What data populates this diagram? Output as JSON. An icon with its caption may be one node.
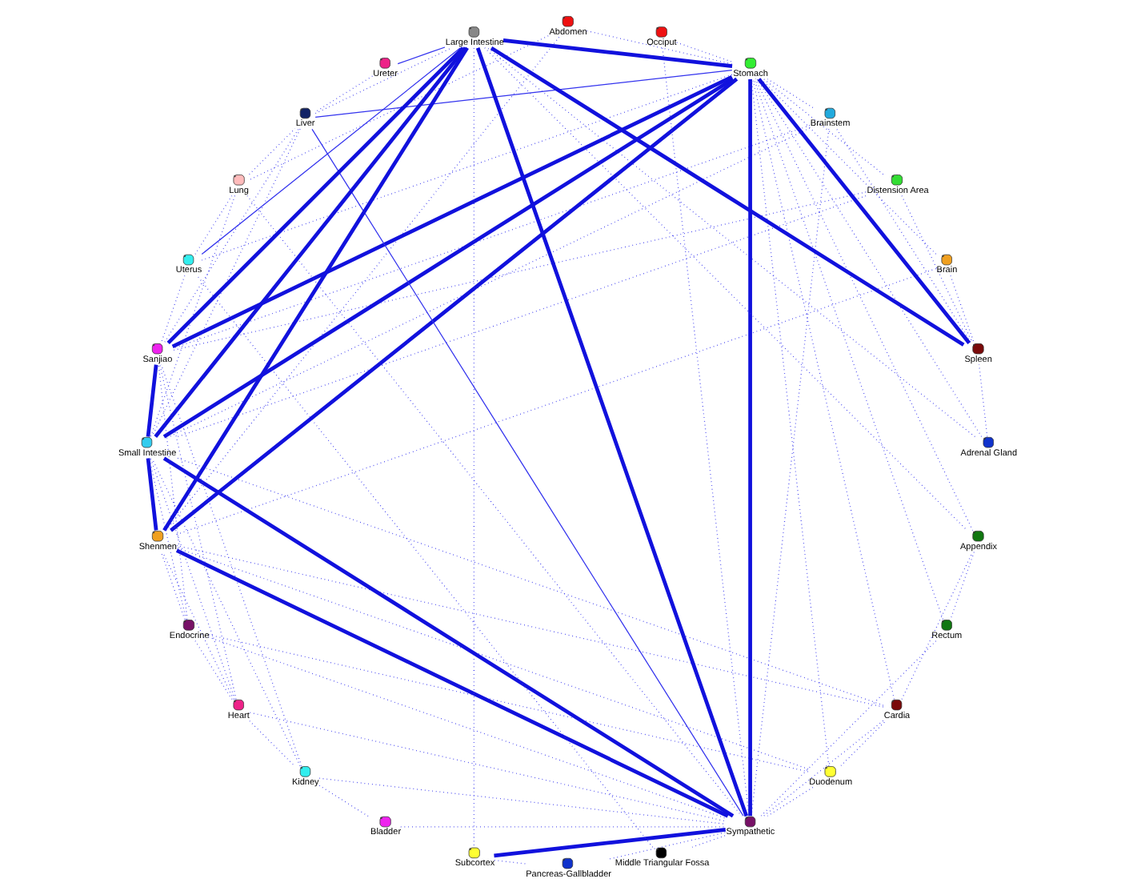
{
  "diagram": {
    "nodes": [
      {
        "text": [
          "Duodenum"
        ]
      },
      {
        "text": [
          "Distension Area"
        ]
      },
      {
        "text": [
          "Cardia"
        ]
      },
      {
        "text": [
          "Brainstem"
        ]
      },
      {
        "text": [
          "Brain"
        ]
      },
      {
        "text": [
          "Bladder"
        ]
      },
      {
        "text": [
          "Appendix"
        ]
      },
      {
        "text": [
          "Adrenal Gland"
        ]
      },
      {
        "text": [
          "Abdomen"
        ]
      },
      {
        "text": [
          "Uterus"
        ]
      },
      {
        "text": [
          "Ureter"
        ]
      },
      {
        "text": [
          "Sympathetic"
        ]
      },
      {
        "text": [
          "Subcortex"
        ]
      },
      {
        "text": [
          "Stomach"
        ]
      },
      {
        "text": [
          "Spleen"
        ]
      },
      {
        "text": [
          "Small Intestine"
        ]
      },
      {
        "text": [
          "Shenmen"
        ]
      },
      {
        "text": [
          "Sanjiao"
        ]
      },
      {
        "text": [
          "Rectum"
        ]
      },
      {
        "text": [
          "Pancreas-Gallbladder"
        ]
      },
      {
        "text": [
          "Occiput"
        ]
      },
      {
        "text": [
          "Middle Triangular Fossa"
        ]
      },
      {
        "text": [
          "Lung"
        ]
      },
      {
        "text": [
          "Liver"
        ]
      },
      {
        "text": [
          "Large Intestine"
        ]
      },
      {
        "text": [
          "Kidney"
        ]
      },
      {
        "text": [
          "Heart"
        ]
      },
      {
        "text": [
          "Endocrine"
        ]
      }
    ],
    "edges": [
      {
        "from": 24,
        "to": 17,
        "arrow": "none",
        "style": "thick"
      },
      {
        "from": 24,
        "to": 16,
        "arrow": "none",
        "style": "thick"
      },
      {
        "from": 24,
        "to": 15,
        "arrow": "none",
        "style": "thick"
      },
      {
        "from": 24,
        "to": 14,
        "arrow": "none",
        "style": "thick"
      },
      {
        "from": 24,
        "to": 13,
        "arrow": "none",
        "style": "thick"
      },
      {
        "from": 24,
        "to": 11,
        "arrow": "none",
        "style": "thick"
      },
      {
        "from": 17,
        "to": 13,
        "arrow": "none",
        "style": "thick"
      },
      {
        "from": 17,
        "to": 15,
        "arrow": "none",
        "style": "thick"
      },
      {
        "from": 16,
        "to": 15,
        "arrow": "none",
        "style": "thick"
      },
      {
        "from": 16,
        "to": 13,
        "arrow": "none",
        "style": "thick"
      },
      {
        "from": 16,
        "to": 11,
        "arrow": "none",
        "style": "thick"
      },
      {
        "from": 15,
        "to": 13,
        "arrow": "none",
        "style": "thick"
      },
      {
        "from": 15,
        "to": 11,
        "arrow": "none",
        "style": "thick"
      },
      {
        "from": 14,
        "to": 13,
        "arrow": "none",
        "style": "thick"
      },
      {
        "from": 13,
        "to": 11,
        "arrow": "none",
        "style": "thick"
      },
      {
        "from": 12,
        "to": 11,
        "arrow": "none",
        "style": "thick"
      },
      {
        "from": 23,
        "to": 11,
        "arrow": "none"
      },
      {
        "from": 24,
        "to": 9,
        "arrow": "none"
      },
      {
        "from": 24,
        "to": 10,
        "arrow": "none"
      },
      {
        "from": 23,
        "to": 13,
        "arrow": "none"
      },
      {
        "from": 0,
        "to": 2,
        "arrow": "none",
        "style": "dashed"
      },
      {
        "from": 0,
        "to": 27,
        "arrow": "none",
        "style": "dashed"
      },
      {
        "from": 2,
        "to": 6,
        "arrow": "none",
        "style": "dashed"
      },
      {
        "from": 25,
        "to": 5,
        "arrow": "none",
        "style": "dashed"
      },
      {
        "from": 24,
        "to": 6,
        "arrow": "none",
        "style": "dashed"
      },
      {
        "from": 26,
        "to": 25,
        "arrow": "none",
        "style": "dashed"
      },
      {
        "from": 27,
        "to": 26,
        "arrow": "none",
        "style": "dashed"
      },
      {
        "from": 23,
        "to": 24,
        "arrow": "none",
        "style": "dashed"
      },
      {
        "from": 22,
        "to": 23,
        "arrow": "none",
        "style": "dashed"
      },
      {
        "from": 0,
        "to": 13,
        "arrow": "none",
        "style": "dashed"
      },
      {
        "from": 1,
        "to": 13,
        "arrow": "none",
        "style": "dashed"
      },
      {
        "from": 2,
        "to": 13,
        "arrow": "none",
        "style": "dashed"
      },
      {
        "from": 3,
        "to": 13,
        "arrow": "none",
        "style": "dashed"
      },
      {
        "from": 4,
        "to": 13,
        "arrow": "none",
        "style": "dashed"
      },
      {
        "from": 6,
        "to": 13,
        "arrow": "none",
        "style": "dashed"
      },
      {
        "from": 7,
        "to": 13,
        "arrow": "none",
        "style": "dashed"
      },
      {
        "from": 8,
        "to": 13,
        "arrow": "none",
        "style": "dashed"
      },
      {
        "from": 9,
        "to": 13,
        "arrow": "none",
        "style": "dashed"
      },
      {
        "from": 0,
        "to": 11,
        "arrow": "none",
        "style": "dashed"
      },
      {
        "from": 2,
        "to": 11,
        "arrow": "none",
        "style": "dashed"
      },
      {
        "from": 3,
        "to": 11,
        "arrow": "none",
        "style": "dashed"
      },
      {
        "from": 27,
        "to": 11,
        "arrow": "none",
        "style": "dashed"
      },
      {
        "from": 26,
        "to": 11,
        "arrow": "none",
        "style": "dashed"
      },
      {
        "from": 25,
        "to": 11,
        "arrow": "none",
        "style": "dashed"
      },
      {
        "from": 22,
        "to": 11,
        "arrow": "none",
        "style": "dashed"
      },
      {
        "from": 21,
        "to": 11,
        "arrow": "none",
        "style": "dashed"
      },
      {
        "from": 20,
        "to": 11,
        "arrow": "none",
        "style": "dashed"
      },
      {
        "from": 19,
        "to": 11,
        "arrow": "none",
        "style": "dashed"
      },
      {
        "from": 1,
        "to": 15,
        "arrow": "none",
        "style": "dashed"
      },
      {
        "from": 2,
        "to": 15,
        "arrow": "none",
        "style": "dashed"
      },
      {
        "from": 3,
        "to": 15,
        "arrow": "none",
        "style": "dashed"
      },
      {
        "from": 27,
        "to": 15,
        "arrow": "none",
        "style": "dashed"
      },
      {
        "from": 26,
        "to": 15,
        "arrow": "none",
        "style": "dashed"
      },
      {
        "from": 25,
        "to": 15,
        "arrow": "none",
        "style": "dashed"
      },
      {
        "from": 23,
        "to": 15,
        "arrow": "none",
        "style": "dashed"
      },
      {
        "from": 22,
        "to": 15,
        "arrow": "none",
        "style": "dashed"
      },
      {
        "from": 1,
        "to": 17,
        "arrow": "none",
        "style": "dashed"
      },
      {
        "from": 3,
        "to": 17,
        "arrow": "none",
        "style": "dashed"
      },
      {
        "from": 27,
        "to": 17,
        "arrow": "none",
        "style": "dashed"
      },
      {
        "from": 26,
        "to": 17,
        "arrow": "none",
        "style": "dashed"
      },
      {
        "from": 25,
        "to": 17,
        "arrow": "none",
        "style": "dashed"
      },
      {
        "from": 23,
        "to": 17,
        "arrow": "none",
        "style": "dashed"
      },
      {
        "from": 0,
        "to": 16,
        "arrow": "none",
        "style": "dashed"
      },
      {
        "from": 2,
        "to": 16,
        "arrow": "none",
        "style": "dashed"
      },
      {
        "from": 4,
        "to": 16,
        "arrow": "none",
        "style": "dashed"
      },
      {
        "from": 27,
        "to": 16,
        "arrow": "none",
        "style": "dashed"
      },
      {
        "from": 26,
        "to": 16,
        "arrow": "none",
        "style": "dashed"
      },
      {
        "from": 7,
        "to": 24,
        "arrow": "none",
        "style": "dashed"
      },
      {
        "from": 8,
        "to": 22,
        "arrow": "none",
        "style": "dashed"
      },
      {
        "from": 9,
        "to": 22,
        "arrow": "none",
        "style": "dashed"
      },
      {
        "from": 10,
        "to": 23,
        "arrow": "none",
        "style": "dashed"
      },
      {
        "from": 6,
        "to": 18,
        "arrow": "none",
        "style": "dashed"
      },
      {
        "from": 4,
        "to": 14,
        "arrow": "none",
        "style": "dashed"
      },
      {
        "from": 3,
        "to": 14,
        "arrow": "none",
        "style": "dashed"
      },
      {
        "from": 1,
        "to": 14,
        "arrow": "none",
        "style": "dashed"
      },
      {
        "from": 7,
        "to": 14,
        "arrow": "none",
        "style": "dashed"
      },
      {
        "from": 9,
        "to": 17,
        "arrow": "none",
        "style": "dashed"
      },
      {
        "from": 8,
        "to": 16,
        "arrow": "none",
        "style": "dashed"
      },
      {
        "from": 19,
        "to": 12,
        "arrow": "none",
        "style": "dashed"
      },
      {
        "from": 18,
        "to": 13,
        "arrow": "none",
        "style": "dashed"
      },
      {
        "from": 18,
        "to": 11,
        "arrow": "none",
        "style": "dashed"
      },
      {
        "from": 20,
        "to": 13,
        "arrow": "none",
        "style": "dashed"
      },
      {
        "from": 21,
        "to": 9,
        "arrow": "none",
        "style": "dashed"
      },
      {
        "from": 24,
        "to": 12,
        "arrow": "none",
        "style": "dashed"
      },
      {
        "from": 5,
        "to": 11,
        "arrow": "none",
        "style": "dashed"
      }
    ]
  }
}
